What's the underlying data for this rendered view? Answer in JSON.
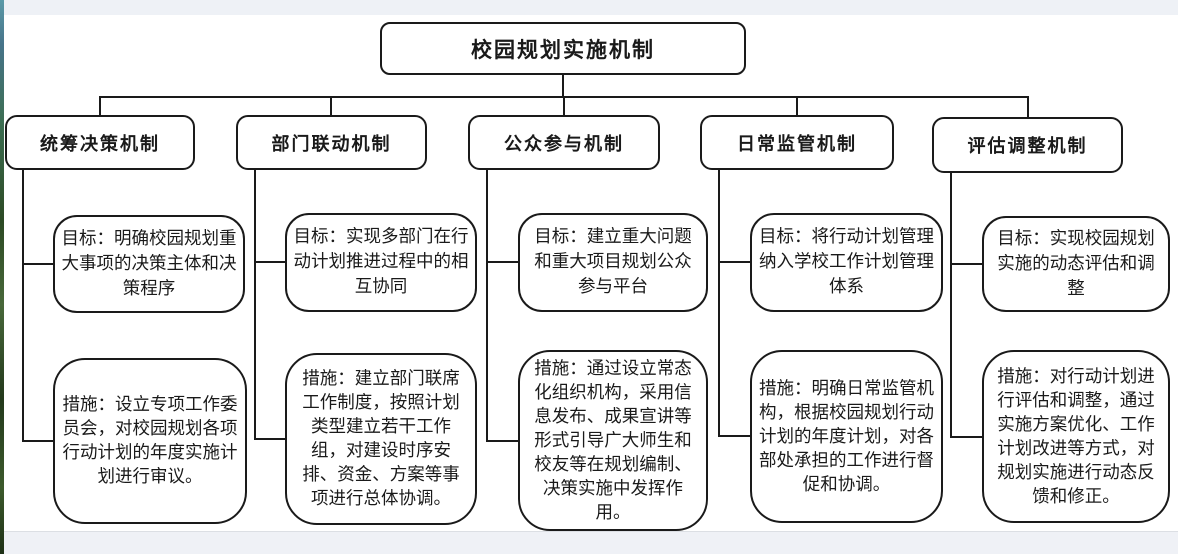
{
  "diagram": {
    "title": "校园规划实施机制",
    "columns": [
      {
        "branch": "统筹决策机制",
        "goal": "目标：明确校园规划重大事项的决策主体和决策程序",
        "measure": "措施：设立专项工作委员会，对校园规划各项行动计划的年度实施计划进行审议。"
      },
      {
        "branch": "部门联动机制",
        "goal": "目标：实现多部门在行动计划推进过程中的相互协同",
        "measure": "措施：建立部门联席工作制度，按照计划类型建立若干工作组，对建设时序安排、资金、方案等事项进行总体协调。"
      },
      {
        "branch": "公众参与机制",
        "goal": "目标：建立重大问题和重大项目规划公众参与平台",
        "measure": "措施：通过设立常态化组织机构，采用信息发布、成果宣讲等形式引导广大师生和校友等在规划编制、决策实施中发挥作用。"
      },
      {
        "branch": "日常监管机制",
        "goal": "目标：将行动计划管理纳入学校工作计划管理体系",
        "measure": "措施：明确日常监管机构，根据校园规划行动计划的年度计划，对各部处承担的工作进行督促和协调。"
      },
      {
        "branch": "评估调整机制",
        "goal": "目标：实现校园规划实施的动态评估和调整",
        "measure": "措施：对行动计划进行评估和调整，通过实施方案优化、工作计划改进等方式，对规划实施进行动态反馈和修正。"
      }
    ],
    "colors": {
      "line": "#1a1a1a",
      "box_background": "#ffffff",
      "top_bar": "#eef1f6",
      "bottom_strip": "#eff1f6"
    }
  }
}
